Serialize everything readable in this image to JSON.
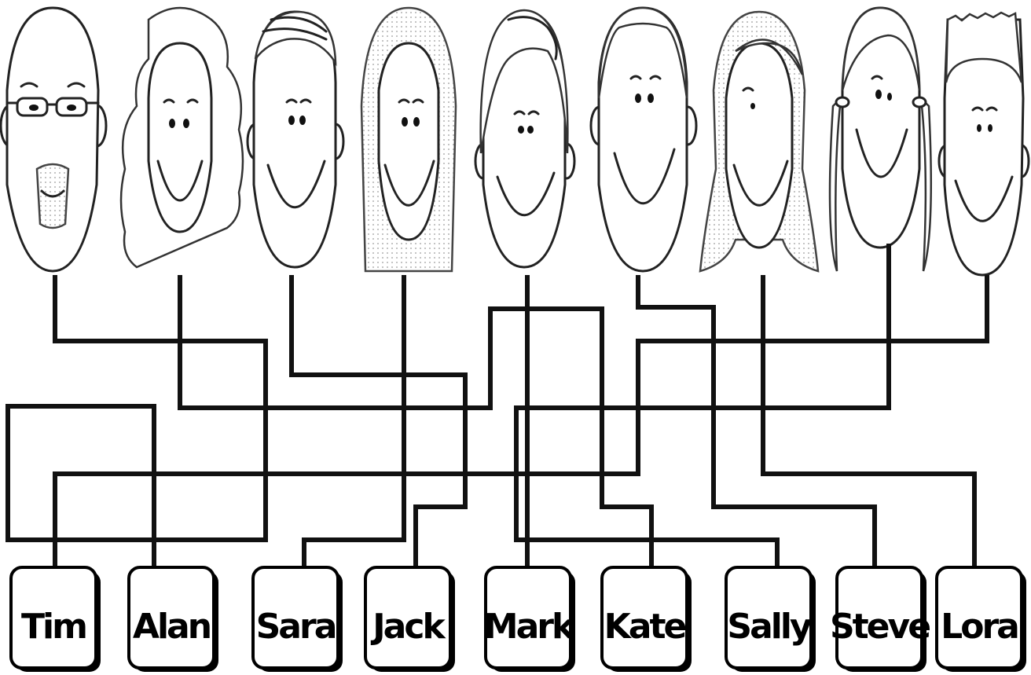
{
  "names": [
    "Tim",
    "Alan",
    "Sara",
    "Jack",
    "Mark",
    "Kate",
    "Sally",
    "Steve",
    "Lora"
  ],
  "faces": [
    {
      "icon": "bald-man-glasses-beard-face-icon"
    },
    {
      "icon": "curly-hair-woman-face-icon"
    },
    {
      "icon": "combed-hair-boy-face-icon"
    },
    {
      "icon": "long-hair-girl-face-icon"
    },
    {
      "icon": "wavy-hair-boy-face-icon"
    },
    {
      "icon": "short-hair-boy-face-icon"
    },
    {
      "icon": "long-blond-hair-girl-face-icon"
    },
    {
      "icon": "pigtails-girl-face-icon"
    },
    {
      "icon": "spiky-hair-boy-face-icon"
    }
  ],
  "colors": {
    "line": "#111111",
    "background": "#ffffff"
  }
}
